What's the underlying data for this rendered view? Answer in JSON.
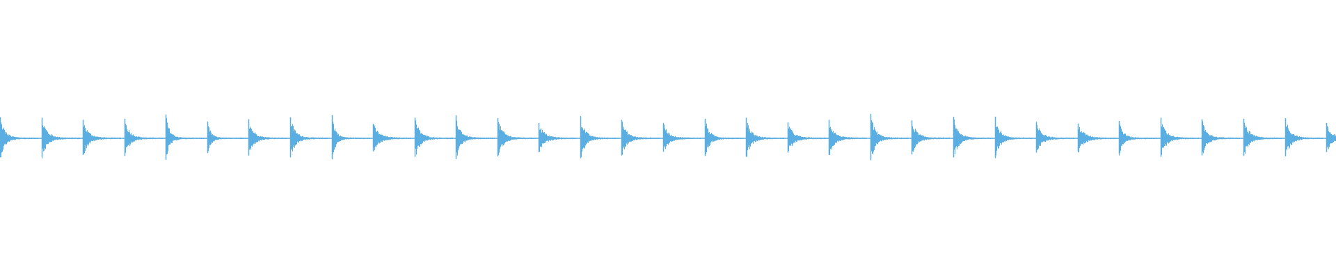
{
  "waveform": {
    "color": "#5aaee2",
    "background": "#ffffff",
    "transient_count": 33,
    "transients": [
      {
        "amp": 0.8,
        "decay": 0.55
      },
      {
        "amp": 0.78,
        "decay": 0.6
      },
      {
        "amp": 0.7,
        "decay": 0.62
      },
      {
        "amp": 0.74,
        "decay": 0.58
      },
      {
        "amp": 0.9,
        "decay": 0.45
      },
      {
        "amp": 0.62,
        "decay": 0.4
      },
      {
        "amp": 0.72,
        "decay": 0.6
      },
      {
        "amp": 0.8,
        "decay": 0.58
      },
      {
        "amp": 0.88,
        "decay": 0.42
      },
      {
        "amp": 0.55,
        "decay": 0.7
      },
      {
        "amp": 0.78,
        "decay": 0.6
      },
      {
        "amp": 0.86,
        "decay": 0.55
      },
      {
        "amp": 0.76,
        "decay": 0.6
      },
      {
        "amp": 0.58,
        "decay": 0.65
      },
      {
        "amp": 0.84,
        "decay": 0.55
      },
      {
        "amp": 0.7,
        "decay": 0.6
      },
      {
        "amp": 0.56,
        "decay": 0.62
      },
      {
        "amp": 0.74,
        "decay": 0.52
      },
      {
        "amp": 0.78,
        "decay": 0.58
      },
      {
        "amp": 0.6,
        "decay": 0.62
      },
      {
        "amp": 0.7,
        "decay": 0.6
      },
      {
        "amp": 0.92,
        "decay": 0.55
      },
      {
        "amp": 0.68,
        "decay": 0.6
      },
      {
        "amp": 0.8,
        "decay": 0.58
      },
      {
        "amp": 0.82,
        "decay": 0.55
      },
      {
        "amp": 0.6,
        "decay": 0.62
      },
      {
        "amp": 0.56,
        "decay": 0.7
      },
      {
        "amp": 0.66,
        "decay": 0.5
      },
      {
        "amp": 0.78,
        "decay": 0.6
      },
      {
        "amp": 0.72,
        "decay": 0.58
      },
      {
        "amp": 0.74,
        "decay": 0.62
      },
      {
        "amp": 0.76,
        "decay": 0.6
      },
      {
        "amp": 0.58,
        "decay": 0.62
      }
    ]
  }
}
